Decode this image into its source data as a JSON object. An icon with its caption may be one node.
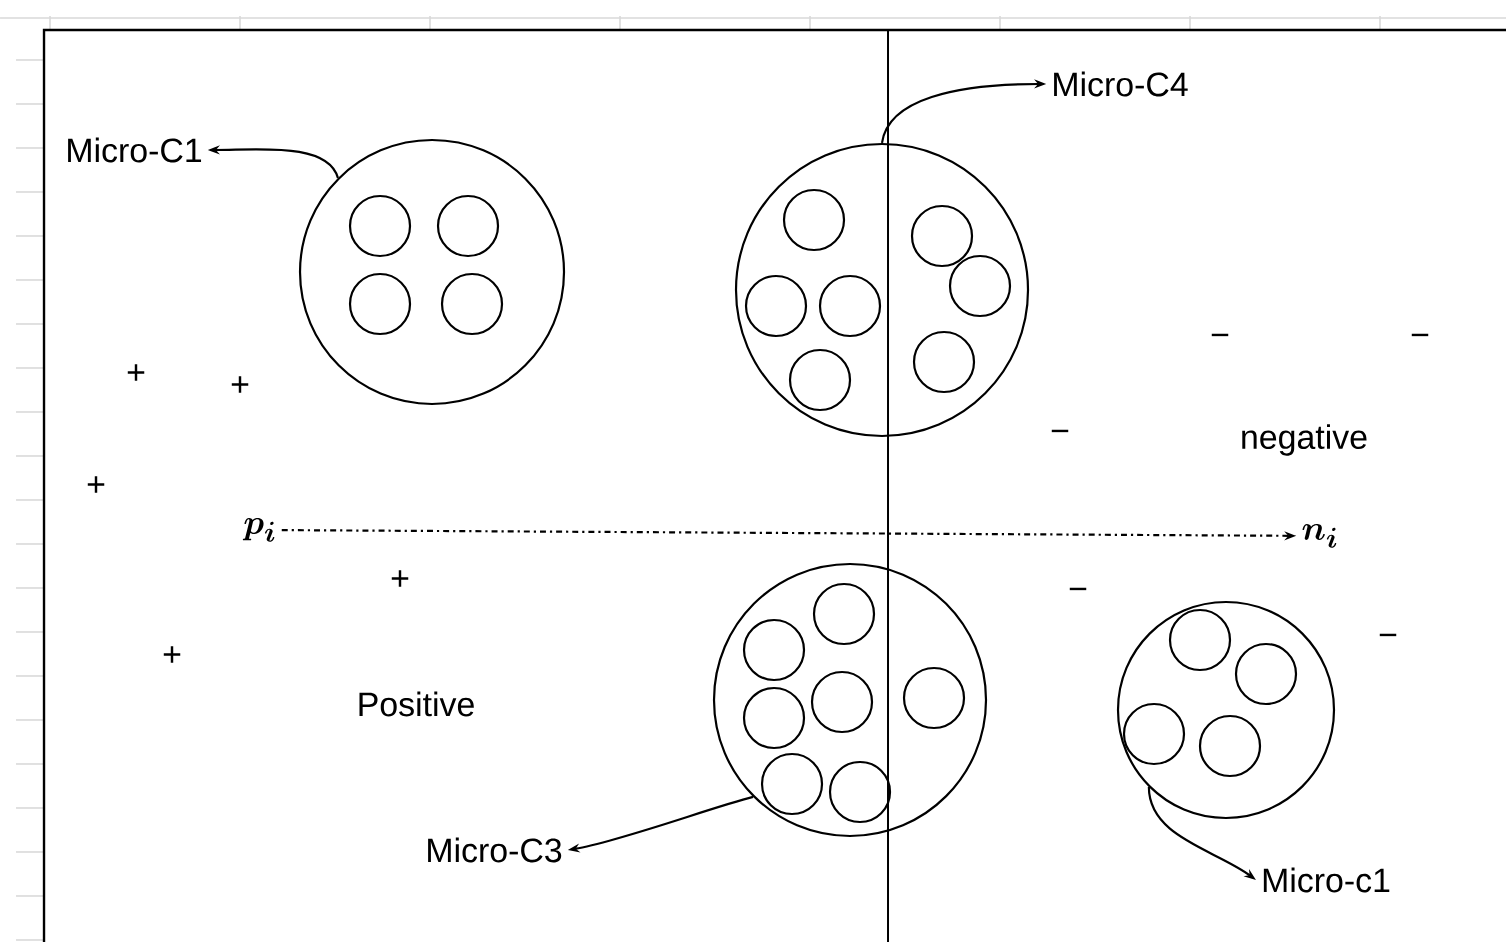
{
  "diagram": {
    "nodes": [
      {
        "text": [
          "Micro-C1"
        ]
      },
      {
        "text": [],
        "shape": "circle"
      },
      {
        "text": [
          "Micro-C4"
        ]
      },
      {
        "text": [],
        "shape": "circle"
      },
      {
        "text": [
          "\\bm{p_i}"
        ]
      },
      {
        "text": [
          "\\bm{n_i}"
        ]
      },
      {
        "text": [],
        "shape": "circle"
      },
      {
        "text": [
          "Micro-C3"
        ]
      },
      {
        "text": [],
        "shape": "circle"
      },
      {
        "text": [
          "Micro-c1"
        ]
      }
    ],
    "edges": [
      {
        "from": 1,
        "to": 0,
        "arrow": "to"
      },
      {
        "from": 3,
        "to": 2,
        "arrow": "to"
      },
      {
        "from": 4,
        "to": 5,
        "arrow": "to",
        "style": "dashed"
      },
      {
        "from": 6,
        "to": 7,
        "arrow": "to"
      },
      {
        "from": 8,
        "to": 9,
        "arrow": "to"
      }
    ],
    "labels": [
      "+",
      "+",
      "−",
      "−",
      "−",
      "negative",
      "+",
      "+",
      "−",
      "−",
      "+",
      "Positive"
    ]
  }
}
